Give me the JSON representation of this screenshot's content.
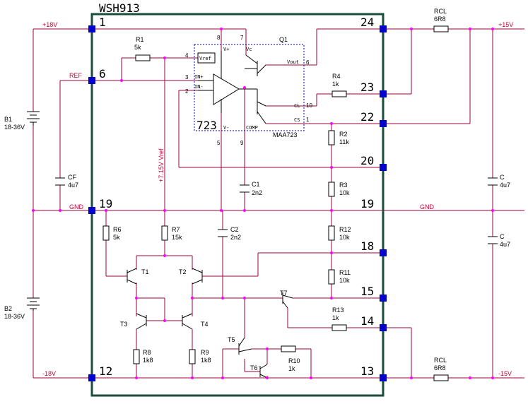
{
  "module": {
    "title": "WSH913",
    "pins": {
      "p1": "1",
      "p6": "6",
      "p19": "19",
      "p12": "12",
      "p24": "24",
      "p23": "23",
      "p22": "22",
      "p20": "20",
      "p19r": "19",
      "p18": "18",
      "p15": "15",
      "p14": "14",
      "p13": "13"
    }
  },
  "rails": {
    "plus18": "+18V",
    "minus18": "-18V",
    "ref": "REF",
    "gnd_left": "GND",
    "gnd_right": "GND",
    "plus15": "+15V",
    "minus15": "-15V",
    "vref_label": "+7.15V Vref"
  },
  "ic": {
    "name": "723",
    "part": "MAA723",
    "pin_labels": {
      "vref": "Vref",
      "inp": "IN+",
      "inn": "IN-",
      "vplus": "V+",
      "vc": "Vc",
      "vout": "Vout",
      "cl": "CL",
      "cs": "CS",
      "comp": "COMP",
      "vminus": "V-"
    },
    "pin_numbers": {
      "n4": "4",
      "n3": "3",
      "n2": "2",
      "n8": "8",
      "n7": "7",
      "n6": "6",
      "n10": "10",
      "n1": "1",
      "n5": "5",
      "n9": "9"
    }
  },
  "components": {
    "R1": {
      "name": "R1",
      "value": "5k"
    },
    "R2": {
      "name": "R2",
      "value": "11k"
    },
    "R3": {
      "name": "R3",
      "value": "10k"
    },
    "R4": {
      "name": "R4",
      "value": "1k"
    },
    "R6": {
      "name": "R6",
      "value": "5k"
    },
    "R7": {
      "name": "R7",
      "value": "15k"
    },
    "R8": {
      "name": "R8",
      "value": "1k8"
    },
    "R9": {
      "name": "R9",
      "value": "1k8"
    },
    "R10": {
      "name": "R10",
      "value": "1k"
    },
    "R11": {
      "name": "R11",
      "value": "10k"
    },
    "R12": {
      "name": "R12",
      "value": "10k"
    },
    "R13": {
      "name": "R13",
      "value": "1k"
    },
    "RCL1": {
      "name": "RCL",
      "value": "6R8"
    },
    "RCL2": {
      "name": "RCL",
      "value": "6R8"
    },
    "C1": {
      "name": "C1",
      "value": "2n2"
    },
    "C2": {
      "name": "C2",
      "value": "2n2"
    },
    "CF": {
      "name": "CF",
      "value": "4u7"
    },
    "C3": {
      "name": "C",
      "value": "4u7"
    },
    "C4": {
      "name": "C",
      "value": "4u7"
    },
    "B1": {
      "name": "B1",
      "value": "18-36V"
    },
    "B2": {
      "name": "B2",
      "value": "18-36V"
    },
    "Q1": "Q1",
    "T1": "T1",
    "T2": "T2",
    "T3": "T3",
    "T4": "T4",
    "T5": "T5",
    "T6": "T6",
    "T7": "T7"
  },
  "colors": {
    "wire": "#a0003c",
    "module_border": "#1a4d3a",
    "pin_pad": "#0000cc",
    "junction": "#ff00ff",
    "net_label": "#cc0033",
    "ic_outline": "#0000cc"
  }
}
